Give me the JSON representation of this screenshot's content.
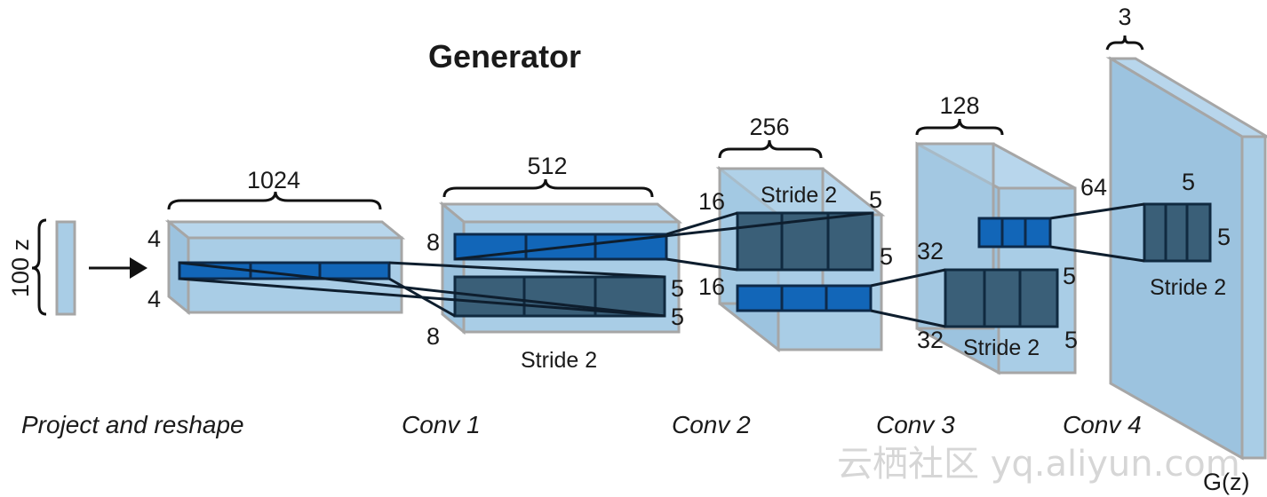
{
  "title": "Generator",
  "input": {
    "label": "100 z"
  },
  "layers": {
    "project": {
      "depth": "1024",
      "h": "4",
      "w": "4",
      "stage": "Project and reshape"
    },
    "conv1": {
      "depth": "512",
      "h": "8",
      "w": "8",
      "k1": "5",
      "k2": "5",
      "stride": "Stride 2",
      "stage": "Conv 1"
    },
    "conv2": {
      "depth": "256",
      "h": "16",
      "w": "16",
      "k1": "5",
      "k2": "5",
      "stride": "Stride 2",
      "stage": "Conv 2"
    },
    "conv3": {
      "depth": "128",
      "h": "32",
      "w": "32",
      "k1": "5",
      "k2": "5",
      "stride": "Stride 2",
      "stage": "Conv 3"
    },
    "conv4": {
      "depth": "3",
      "h": "64",
      "k1": "5",
      "k2": "5",
      "stride": "Stride 2",
      "stage": "Conv 4"
    }
  },
  "output": {
    "label": "G(z)"
  },
  "watermark": "云栖社区 yq.aliyun.com"
}
